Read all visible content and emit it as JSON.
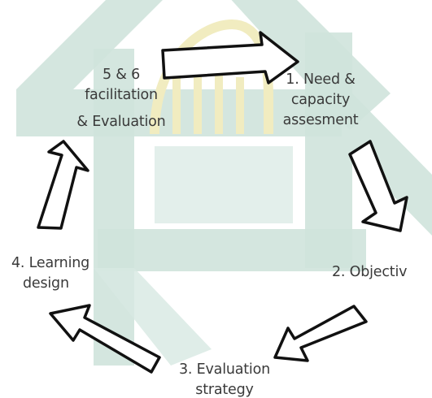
{
  "diagram": {
    "type": "cycle",
    "steps": [
      {
        "id": "need",
        "lines": [
          "1. Need &",
          "capacity",
          "assesment"
        ]
      },
      {
        "id": "objective",
        "lines": [
          "2. Objectiv"
        ]
      },
      {
        "id": "evaluation-strategy",
        "lines": [
          "3. Evaluation",
          "strategy"
        ]
      },
      {
        "id": "learning-design",
        "lines": [
          "4. Learning",
          "design"
        ]
      },
      {
        "id": "facilitation",
        "lines": [
          "5 & 6",
          "facilitation",
          "& Evaluation"
        ]
      }
    ],
    "colors": {
      "watermark": "#cfe3dc",
      "watermark_accent": "#f1ecc0",
      "arrow_fill": "#ffffff",
      "arrow_stroke": "#111111",
      "text": "#3a3a3a"
    }
  }
}
